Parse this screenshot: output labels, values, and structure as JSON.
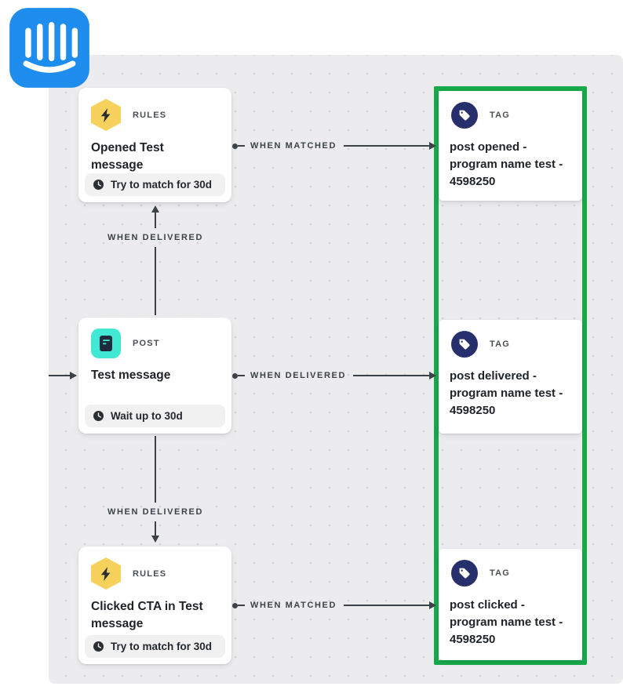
{
  "app": {
    "brand": "Intercom"
  },
  "nodes": {
    "rules_opened": {
      "type": "RULES",
      "title": "Opened Test message",
      "footer": "Try to match for 30d"
    },
    "post_test": {
      "type": "POST",
      "title": "Test message",
      "footer": "Wait up to 30d"
    },
    "rules_clicked": {
      "type": "RULES",
      "title": "Clicked CTA in Test message",
      "footer": "Try to match for 30d"
    },
    "tag_post_opened": {
      "type": "TAG",
      "title": "post opened - program name test - 4598250"
    },
    "tag_post_delivered": {
      "type": "TAG",
      "title": "post delivered - program name test - 4598250"
    },
    "tag_post_clicked": {
      "type": "TAG",
      "title": "post clicked - program name test - 4598250"
    }
  },
  "edges": {
    "opened_matched": {
      "label": "WHEN MATCHED"
    },
    "delivered_up": {
      "label": "WHEN DELIVERED"
    },
    "delivered_right": {
      "label": "WHEN DELIVERED"
    },
    "delivered_down": {
      "label": "WHEN DELIVERED"
    },
    "clicked_matched": {
      "label": "WHEN MATCHED"
    }
  },
  "colors": {
    "highlight_green": "#18a94b",
    "intercom_blue": "#1f8ded",
    "rules_yellow": "#f6d25c",
    "post_teal": "#41e8d4",
    "tag_navy": "#272f6d"
  }
}
